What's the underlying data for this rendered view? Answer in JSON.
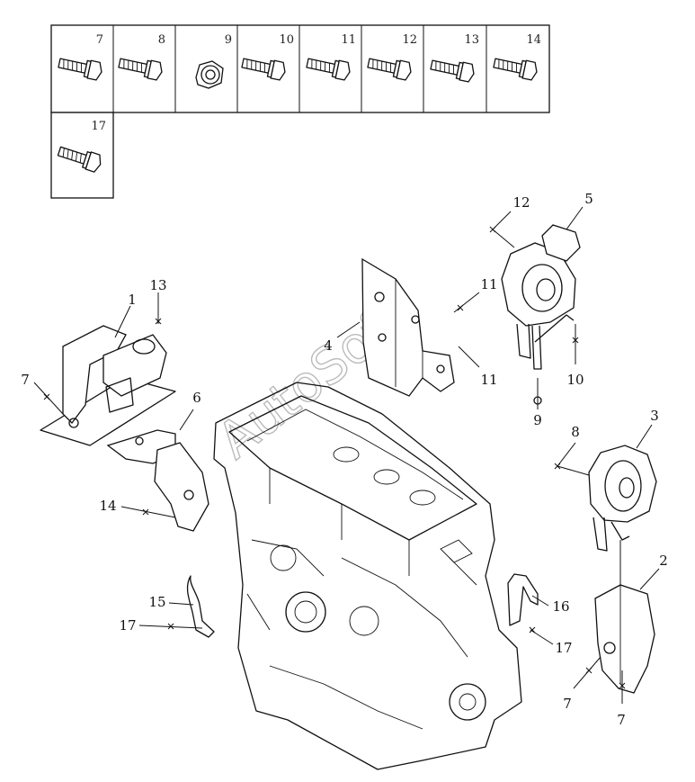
{
  "fastener_table": {
    "row1": [
      "7",
      "8",
      "9",
      "10",
      "11",
      "12",
      "13",
      "14"
    ],
    "row2": [
      "17"
    ]
  },
  "callouts": {
    "c1": "1",
    "c2": "2",
    "c3": "3",
    "c4": "4",
    "c5": "5",
    "c6": "6",
    "c7a": "7",
    "c7b": "7",
    "c7c": "7",
    "c8": "8",
    "c9": "9",
    "c10": "10",
    "c11a": "11",
    "c11b": "11",
    "c12": "12",
    "c13": "13",
    "c14": "14",
    "c15": "15",
    "c16": "16",
    "c17a": "17",
    "c17b": "17"
  },
  "watermark": "AutoSoft"
}
